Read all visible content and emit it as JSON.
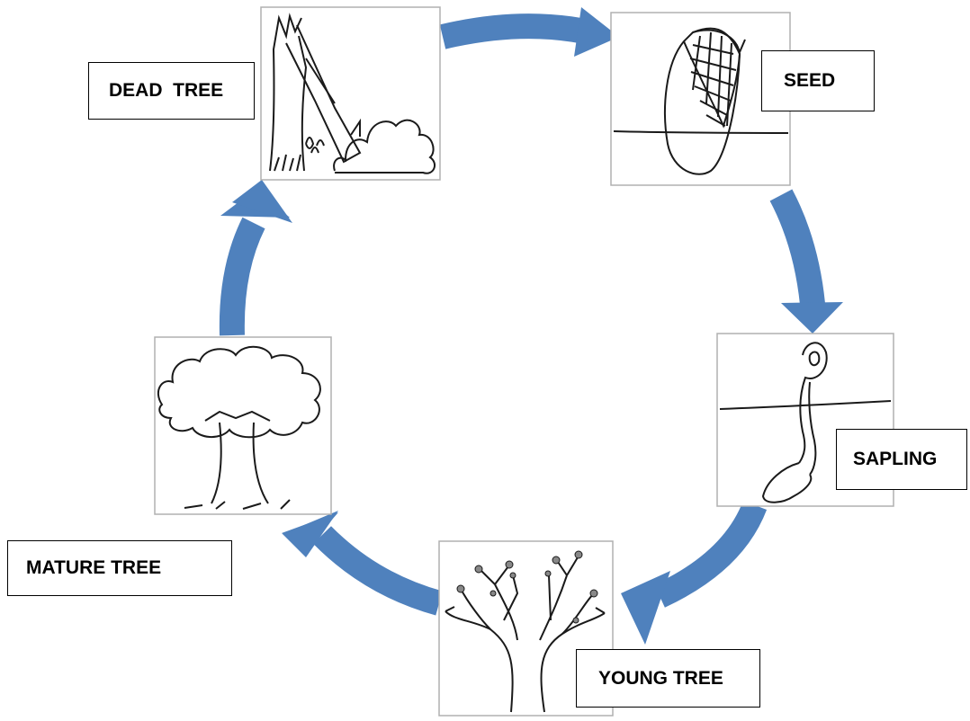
{
  "diagram": {
    "colors": {
      "arrow": "#4f81bd",
      "frame": "#b0b0b0",
      "ink": "#1a1a1a"
    },
    "stages": [
      {
        "id": "dead",
        "label": "DEAD  TREE"
      },
      {
        "id": "seed",
        "label": "SEED"
      },
      {
        "id": "sapling",
        "label": "SAPLING"
      },
      {
        "id": "young",
        "label": "YOUNG TREE"
      },
      {
        "id": "mature",
        "label": "MATURE TREE"
      }
    ],
    "flow": [
      "dead",
      "seed",
      "sapling",
      "young",
      "mature",
      "dead"
    ]
  }
}
